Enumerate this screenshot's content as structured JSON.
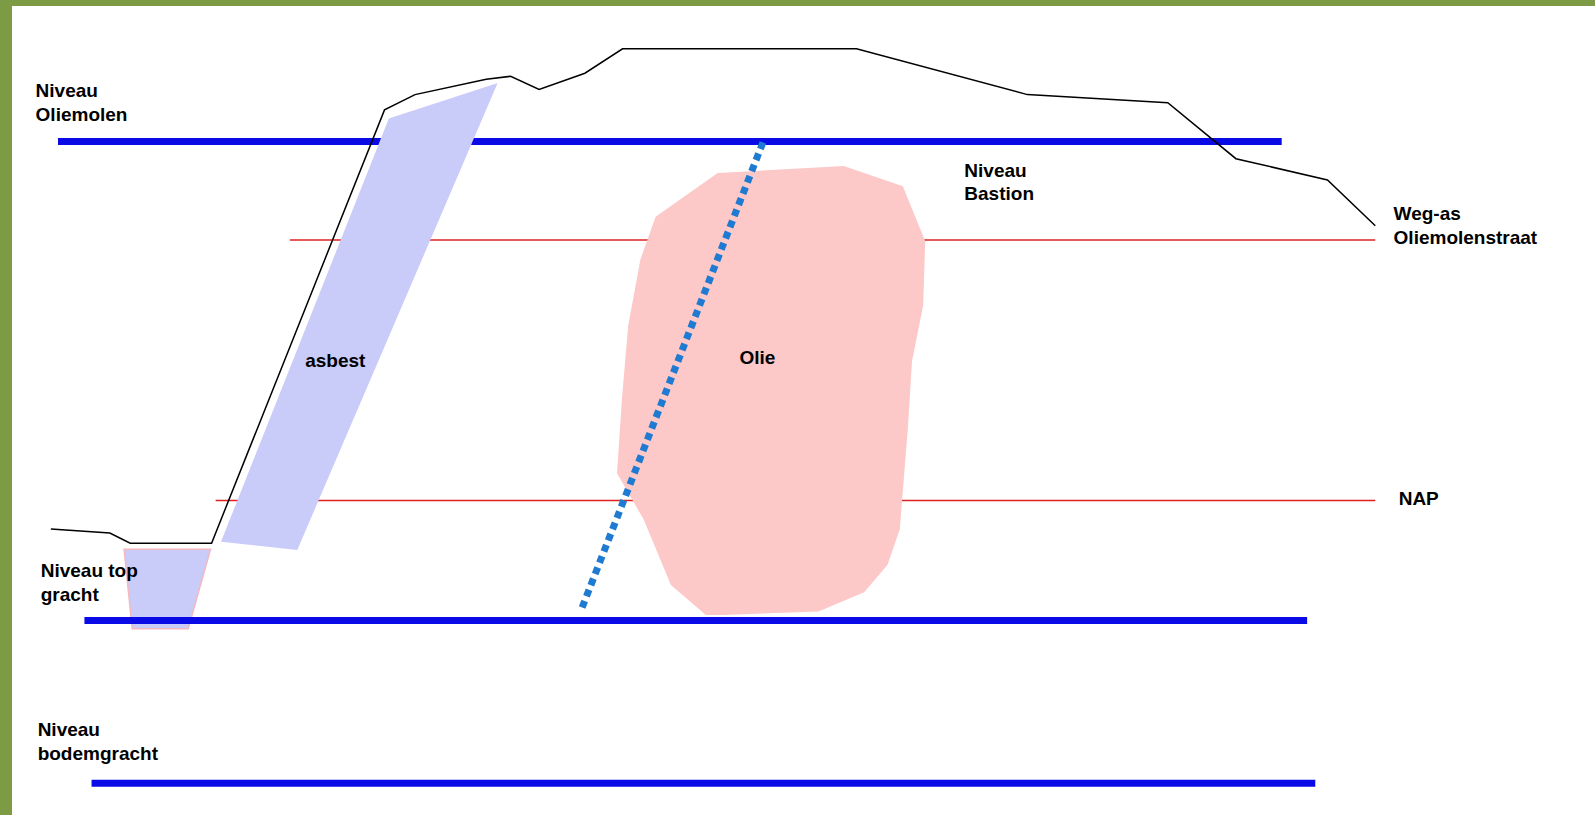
{
  "diagram": {
    "nodes": [
      {
        "text": [
          "asbest"
        ]
      },
      {
        "text": [
          "Olie"
        ]
      }
    ],
    "labels": [
      "Niveau Oliemolen",
      "Niveau Bastion",
      "Weg-as Oliemolenstraat",
      "NAP",
      "Niveau top gracht",
      "Niveau bodemgracht"
    ]
  }
}
